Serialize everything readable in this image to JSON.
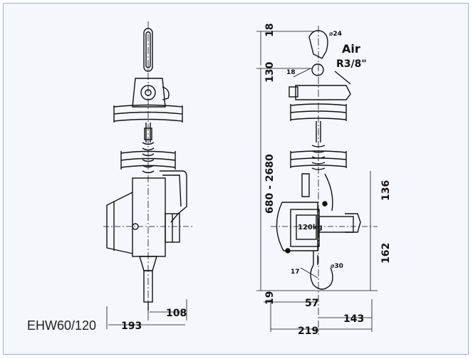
{
  "figure": {
    "caption": "EHW60/120",
    "front_view": {
      "dim_108": "108",
      "dim_193": "193"
    },
    "side_view": {
      "dim_18_top": "18",
      "dim_130": "130",
      "dim_680_2680": "680 - 2680",
      "dim_19": "19",
      "dim_136": "136",
      "dim_162": "162",
      "dim_57": "57",
      "dim_143": "143",
      "dim_219": "219",
      "hook_top_dia": "⌀24",
      "hook_top_18": "18",
      "hook_bottom_dia": "⌀30",
      "hook_bottom_17": "17",
      "air_label": "Air",
      "air_thread": "R3/8\"",
      "load_label": "120kg"
    }
  }
}
